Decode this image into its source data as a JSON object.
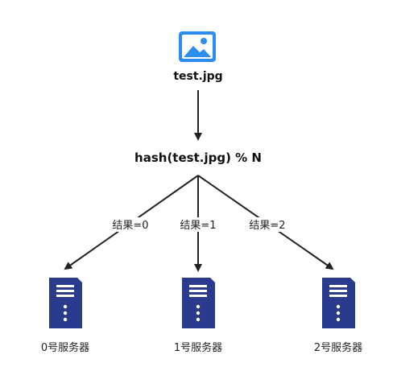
{
  "file": {
    "icon": "image-file-icon",
    "name": "test.jpg"
  },
  "hash": {
    "expression": "hash(test.jpg) % N"
  },
  "edges": [
    {
      "label": "结果=0"
    },
    {
      "label": "结果=1"
    },
    {
      "label": "结果=2"
    }
  ],
  "servers": [
    {
      "icon": "server-icon",
      "label": "0号服务器"
    },
    {
      "icon": "server-icon",
      "label": "1号服务器"
    },
    {
      "icon": "server-icon",
      "label": "2号服务器"
    }
  ],
  "colors": {
    "image_icon": "#2d8cf0",
    "server_icon": "#2a3a8c",
    "arrow": "#222222"
  }
}
